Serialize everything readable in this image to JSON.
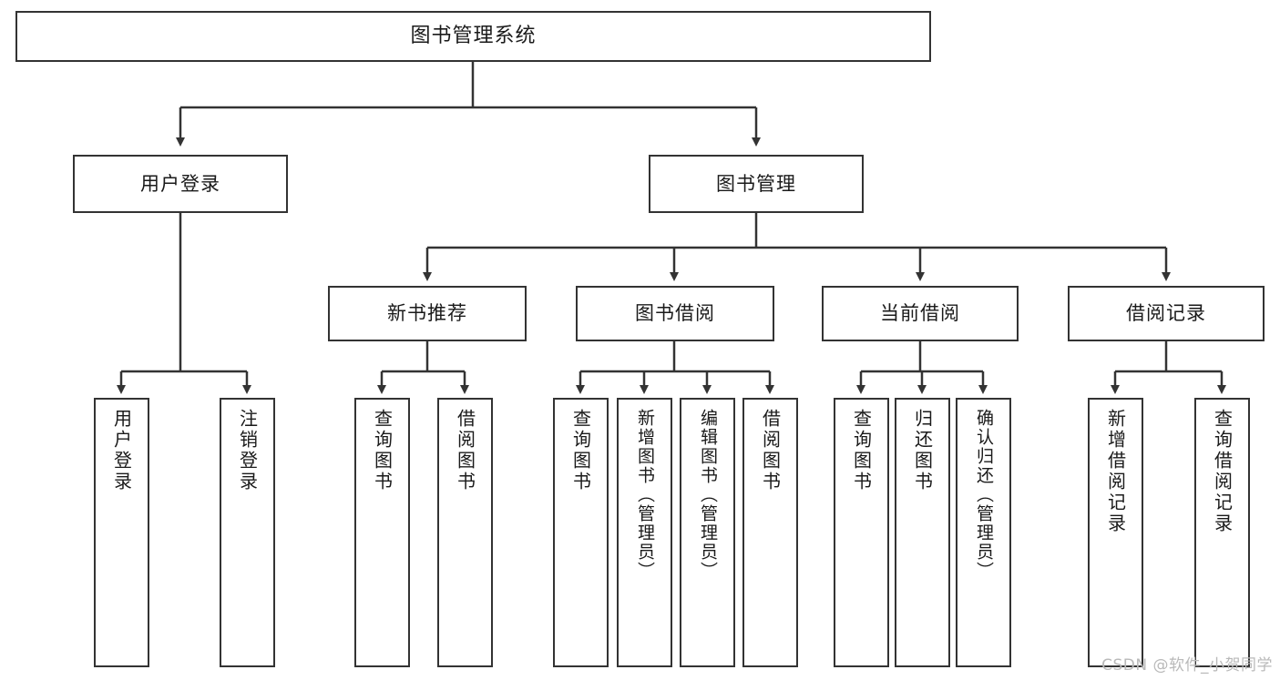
{
  "diagram": {
    "type": "tree",
    "title": "图书管理系统",
    "watermark": "CSDN @软件_小贺同学",
    "colors": {
      "background": "#ffffff",
      "border": "#333333",
      "text": "#1a1a1a",
      "watermark": "#b9b9b9"
    },
    "levels": {
      "root": {
        "label": "图书管理系统"
      },
      "level2": [
        {
          "label": "用户登录"
        },
        {
          "label": "图书管理"
        }
      ],
      "level3": [
        {
          "label": "新书推荐"
        },
        {
          "label": "图书借阅"
        },
        {
          "label": "当前借阅"
        },
        {
          "label": "借阅记录"
        }
      ],
      "leaves": [
        {
          "label": "用户登录",
          "parent": "用户登录"
        },
        {
          "label": "注销登录",
          "parent": "用户登录"
        },
        {
          "label": "查询图书",
          "parent": "新书推荐"
        },
        {
          "label": "借阅图书",
          "parent": "新书推荐"
        },
        {
          "label": "查询图书",
          "parent": "图书借阅"
        },
        {
          "label": "新增图书（管理员）",
          "parent": "图书借阅"
        },
        {
          "label": "编辑图书（管理员）",
          "parent": "图书借阅"
        },
        {
          "label": "借阅图书",
          "parent": "图书借阅"
        },
        {
          "label": "查询图书",
          "parent": "当前借阅"
        },
        {
          "label": "归还图书",
          "parent": "当前借阅"
        },
        {
          "label": "确认归还（管理员）",
          "parent": "当前借阅"
        },
        {
          "label": "新增借阅记录",
          "parent": "借阅记录"
        },
        {
          "label": "查询借阅记录",
          "parent": "借阅记录"
        }
      ]
    }
  }
}
